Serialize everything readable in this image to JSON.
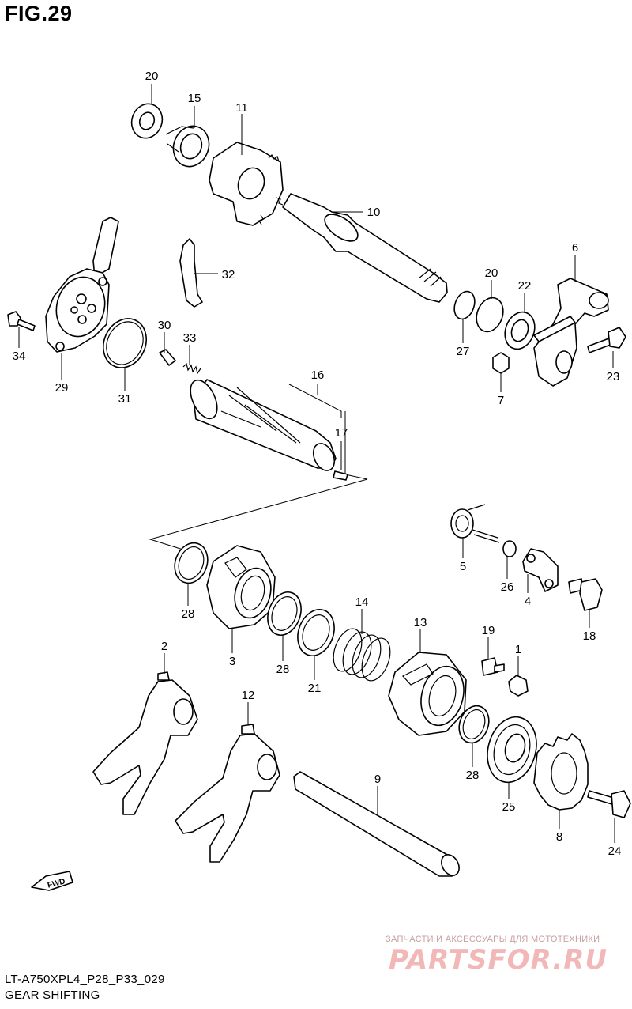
{
  "figure": {
    "title": "FIG.29"
  },
  "footer": {
    "model_code": "LT-A750XPL4_P28_P33_029",
    "caption": "GEAR SHIFTING"
  },
  "fwd_label": "FWD",
  "watermark": {
    "tagline": "ЗАПЧАСТИ И АКСЕССУАРЫ ДЛЯ МОТОТЕХНИКИ",
    "logo": "PARTSFOR.RU"
  },
  "callouts": {
    "p1": "1",
    "p2": "2",
    "p3": "3",
    "p4": "4",
    "p5": "5",
    "p6": "6",
    "p7": "7",
    "p8": "8",
    "p9": "9",
    "p10": "10",
    "p11": "11",
    "p12": "12",
    "p13": "13",
    "p14": "14",
    "p15": "15",
    "p16": "16",
    "p17": "17",
    "p18": "18",
    "p19": "19",
    "p20": "20",
    "p21": "21",
    "p22": "22",
    "p23": "23",
    "p24": "24",
    "p25": "25",
    "p26": "26",
    "p27": "27",
    "p28": "28",
    "p29": "29",
    "p30": "30",
    "p31": "31",
    "p32": "32",
    "p33": "33",
    "p34": "34"
  }
}
